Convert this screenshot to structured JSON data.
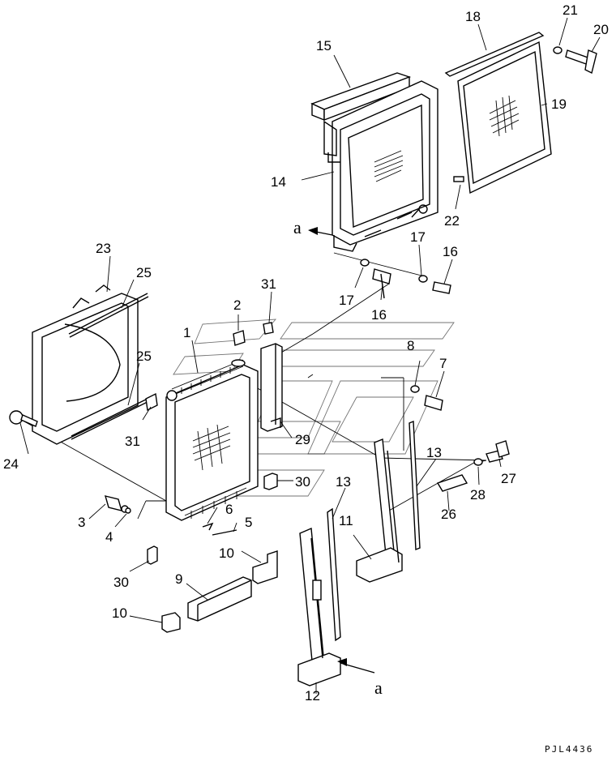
{
  "diagram": {
    "drawing_code": "PJL4436",
    "view_markers": [
      "a",
      "a"
    ],
    "callouts": [
      {
        "id": "c1",
        "text": "1"
      },
      {
        "id": "c2",
        "text": "2"
      },
      {
        "id": "c3",
        "text": "3"
      },
      {
        "id": "c4",
        "text": "4"
      },
      {
        "id": "c5",
        "text": "5"
      },
      {
        "id": "c6",
        "text": "6"
      },
      {
        "id": "c7",
        "text": "7"
      },
      {
        "id": "c8",
        "text": "8"
      },
      {
        "id": "c9",
        "text": "9"
      },
      {
        "id": "c10a",
        "text": "10"
      },
      {
        "id": "c10b",
        "text": "10"
      },
      {
        "id": "c11",
        "text": "11"
      },
      {
        "id": "c12",
        "text": "12"
      },
      {
        "id": "c13a",
        "text": "13"
      },
      {
        "id": "c13b",
        "text": "13"
      },
      {
        "id": "c14",
        "text": "14"
      },
      {
        "id": "c15",
        "text": "15"
      },
      {
        "id": "c16a",
        "text": "16"
      },
      {
        "id": "c16b",
        "text": "16"
      },
      {
        "id": "c17a",
        "text": "17"
      },
      {
        "id": "c17b",
        "text": "17"
      },
      {
        "id": "c18",
        "text": "18"
      },
      {
        "id": "c19",
        "text": "19"
      },
      {
        "id": "c20",
        "text": "20"
      },
      {
        "id": "c21",
        "text": "21"
      },
      {
        "id": "c22",
        "text": "22"
      },
      {
        "id": "c23",
        "text": "23"
      },
      {
        "id": "c24",
        "text": "24"
      },
      {
        "id": "c25a",
        "text": "25"
      },
      {
        "id": "c25b",
        "text": "25"
      },
      {
        "id": "c26",
        "text": "26"
      },
      {
        "id": "c27",
        "text": "27"
      },
      {
        "id": "c28",
        "text": "28"
      },
      {
        "id": "c29",
        "text": "29"
      },
      {
        "id": "c30a",
        "text": "30"
      },
      {
        "id": "c30b",
        "text": "30"
      },
      {
        "id": "c31a",
        "text": "31"
      },
      {
        "id": "c31b",
        "text": "31"
      }
    ]
  }
}
